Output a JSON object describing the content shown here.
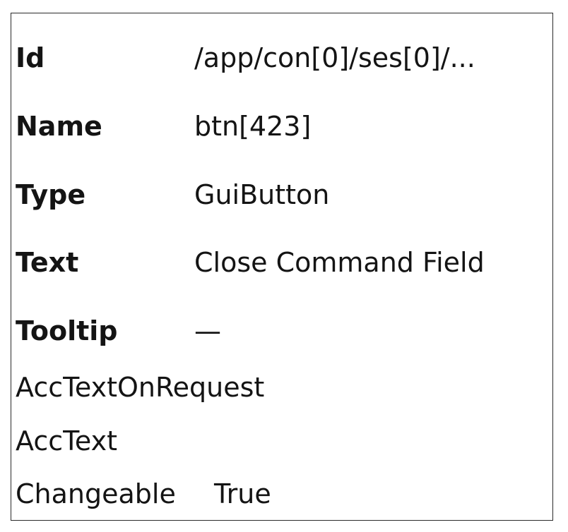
{
  "properties": [
    {
      "label": "Id",
      "value": "/app/con[0]/ses[0]/..."
    },
    {
      "label": "Name",
      "value": "btn[423]"
    },
    {
      "label": "Type",
      "value": "GuiButton"
    },
    {
      "label": "Text",
      "value": "Close Command Field"
    },
    {
      "label": "Tooltip",
      "value": "—"
    },
    {
      "label": "AccTextOnRequest",
      "value": ""
    },
    {
      "label": "AccText",
      "value": ""
    },
    {
      "label": "Changeable",
      "value": "True"
    }
  ]
}
